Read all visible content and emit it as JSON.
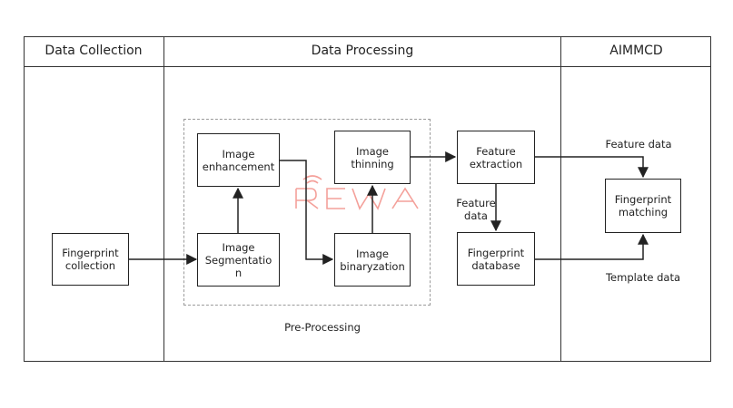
{
  "columns": {
    "data_collection": "Data Collection",
    "data_processing": "Data Processing",
    "aimmcd": "AIMMCD"
  },
  "boxes": {
    "fingerprint_collection": "Fingerprint\ncollection",
    "image_enhancement": "Image\nenhancement",
    "image_segmentation": "Image\nSegmentatio\nn",
    "image_thinning": "Image\nthinning",
    "image_binaryzation": "Image\nbinaryzation",
    "feature_extraction": "Feature\nextraction",
    "fingerprint_database": "Fingerprint\ndatabase",
    "fingerprint_matching": "Fingerprint\nmatching"
  },
  "labels": {
    "pre_processing": "Pre-Processing",
    "feature_data_vertical": "Feature\ndata",
    "feature_data_top": "Feature data",
    "template_data": "Template data"
  },
  "watermark": {
    "text": "REWA",
    "color": "#f4a09a"
  }
}
